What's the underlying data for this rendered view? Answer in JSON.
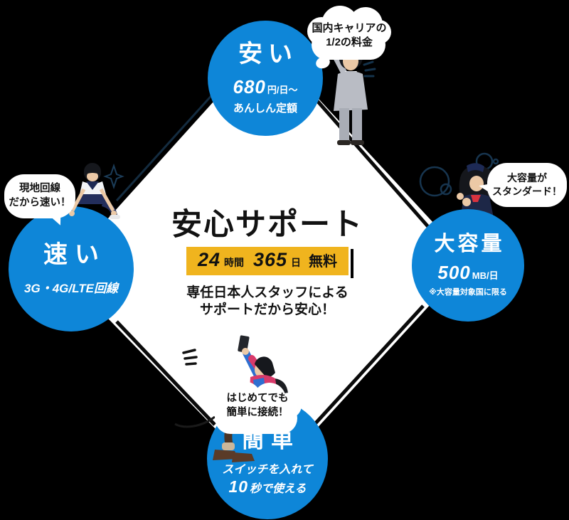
{
  "colors": {
    "background": "#000000",
    "circle_blue": "#0e86d8",
    "badge_yellow": "#f0b41e",
    "text_dark": "#111111",
    "text_white": "#ffffff",
    "decoration_navy": "#17354f"
  },
  "center": {
    "title": "安心サポート",
    "badge": {
      "hours_num": "24",
      "hours_unit": "時間",
      "days_num": "365",
      "days_unit": "日",
      "free_label": "無料"
    },
    "desc_lines": [
      "専任日本人スタッフによる",
      "サポートだから安心！"
    ]
  },
  "features": {
    "cheap": {
      "title": "安い",
      "price_num": "680",
      "price_unit": "円/日～",
      "sub": "あんしん定額",
      "bubble_lines": [
        "国内キャリアの",
        "1/2の料金"
      ]
    },
    "fast": {
      "title": "速い",
      "sub": "3G・4G/LTE回線",
      "bubble_lines": [
        "現地回線",
        "だから速い！"
      ]
    },
    "capacity": {
      "title": "大容量",
      "amount_num": "500",
      "amount_unit": "MB/日",
      "note": "※大容量対象国に限る",
      "bubble_lines": [
        "大容量が",
        "スタンダード！"
      ]
    },
    "easy": {
      "title": "簡単",
      "sub": "スイッチを入れて",
      "time_num": "10",
      "time_unit": "秒で使える",
      "bubble_lines": [
        "はじめてでも",
        "簡単に接続！"
      ]
    }
  },
  "illustrations": {
    "cheap": "business-person-pointing-up",
    "fast": "school-uniform-runner-crouching",
    "capacity": "flight-attendant-waving",
    "easy": "hiker-taking-selfie"
  }
}
